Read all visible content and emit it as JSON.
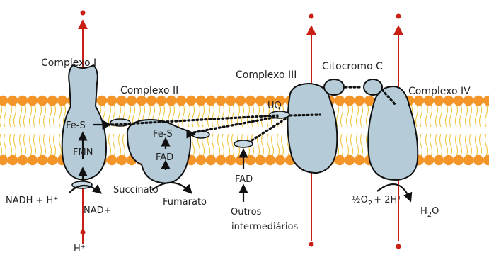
{
  "labels": {
    "complexo1": "Complexo I",
    "complexo2": "Complexo II",
    "complexo3": "Complexo III",
    "citocromo": "Citocromo C",
    "complexo4": "Complexo IV",
    "fes1": "Fe-S",
    "fmn": "FMN",
    "fes2": "Fe-S",
    "fad1": "FAD",
    "fad2": "FAD",
    "uq": "UQ",
    "nadh": "NADH + H⁺",
    "nad": "NAD+",
    "succinato": "Succinato",
    "fumarato": "Fumarato",
    "outros1": "Outros",
    "outros2": "intermediários",
    "o2_half": "½O",
    "o2_sub": "2",
    "o2_rest": "+ 2H⁺",
    "h2o_h": "H",
    "h2o_sub": "2",
    "h2o_o": "O",
    "hplus": "H⁺"
  },
  "colors": {
    "membrane_heads": "#f39528",
    "membrane_tails": "#f0c842",
    "complex_fill": "#b5ccd8",
    "proton_arrow": "#c81e14"
  }
}
